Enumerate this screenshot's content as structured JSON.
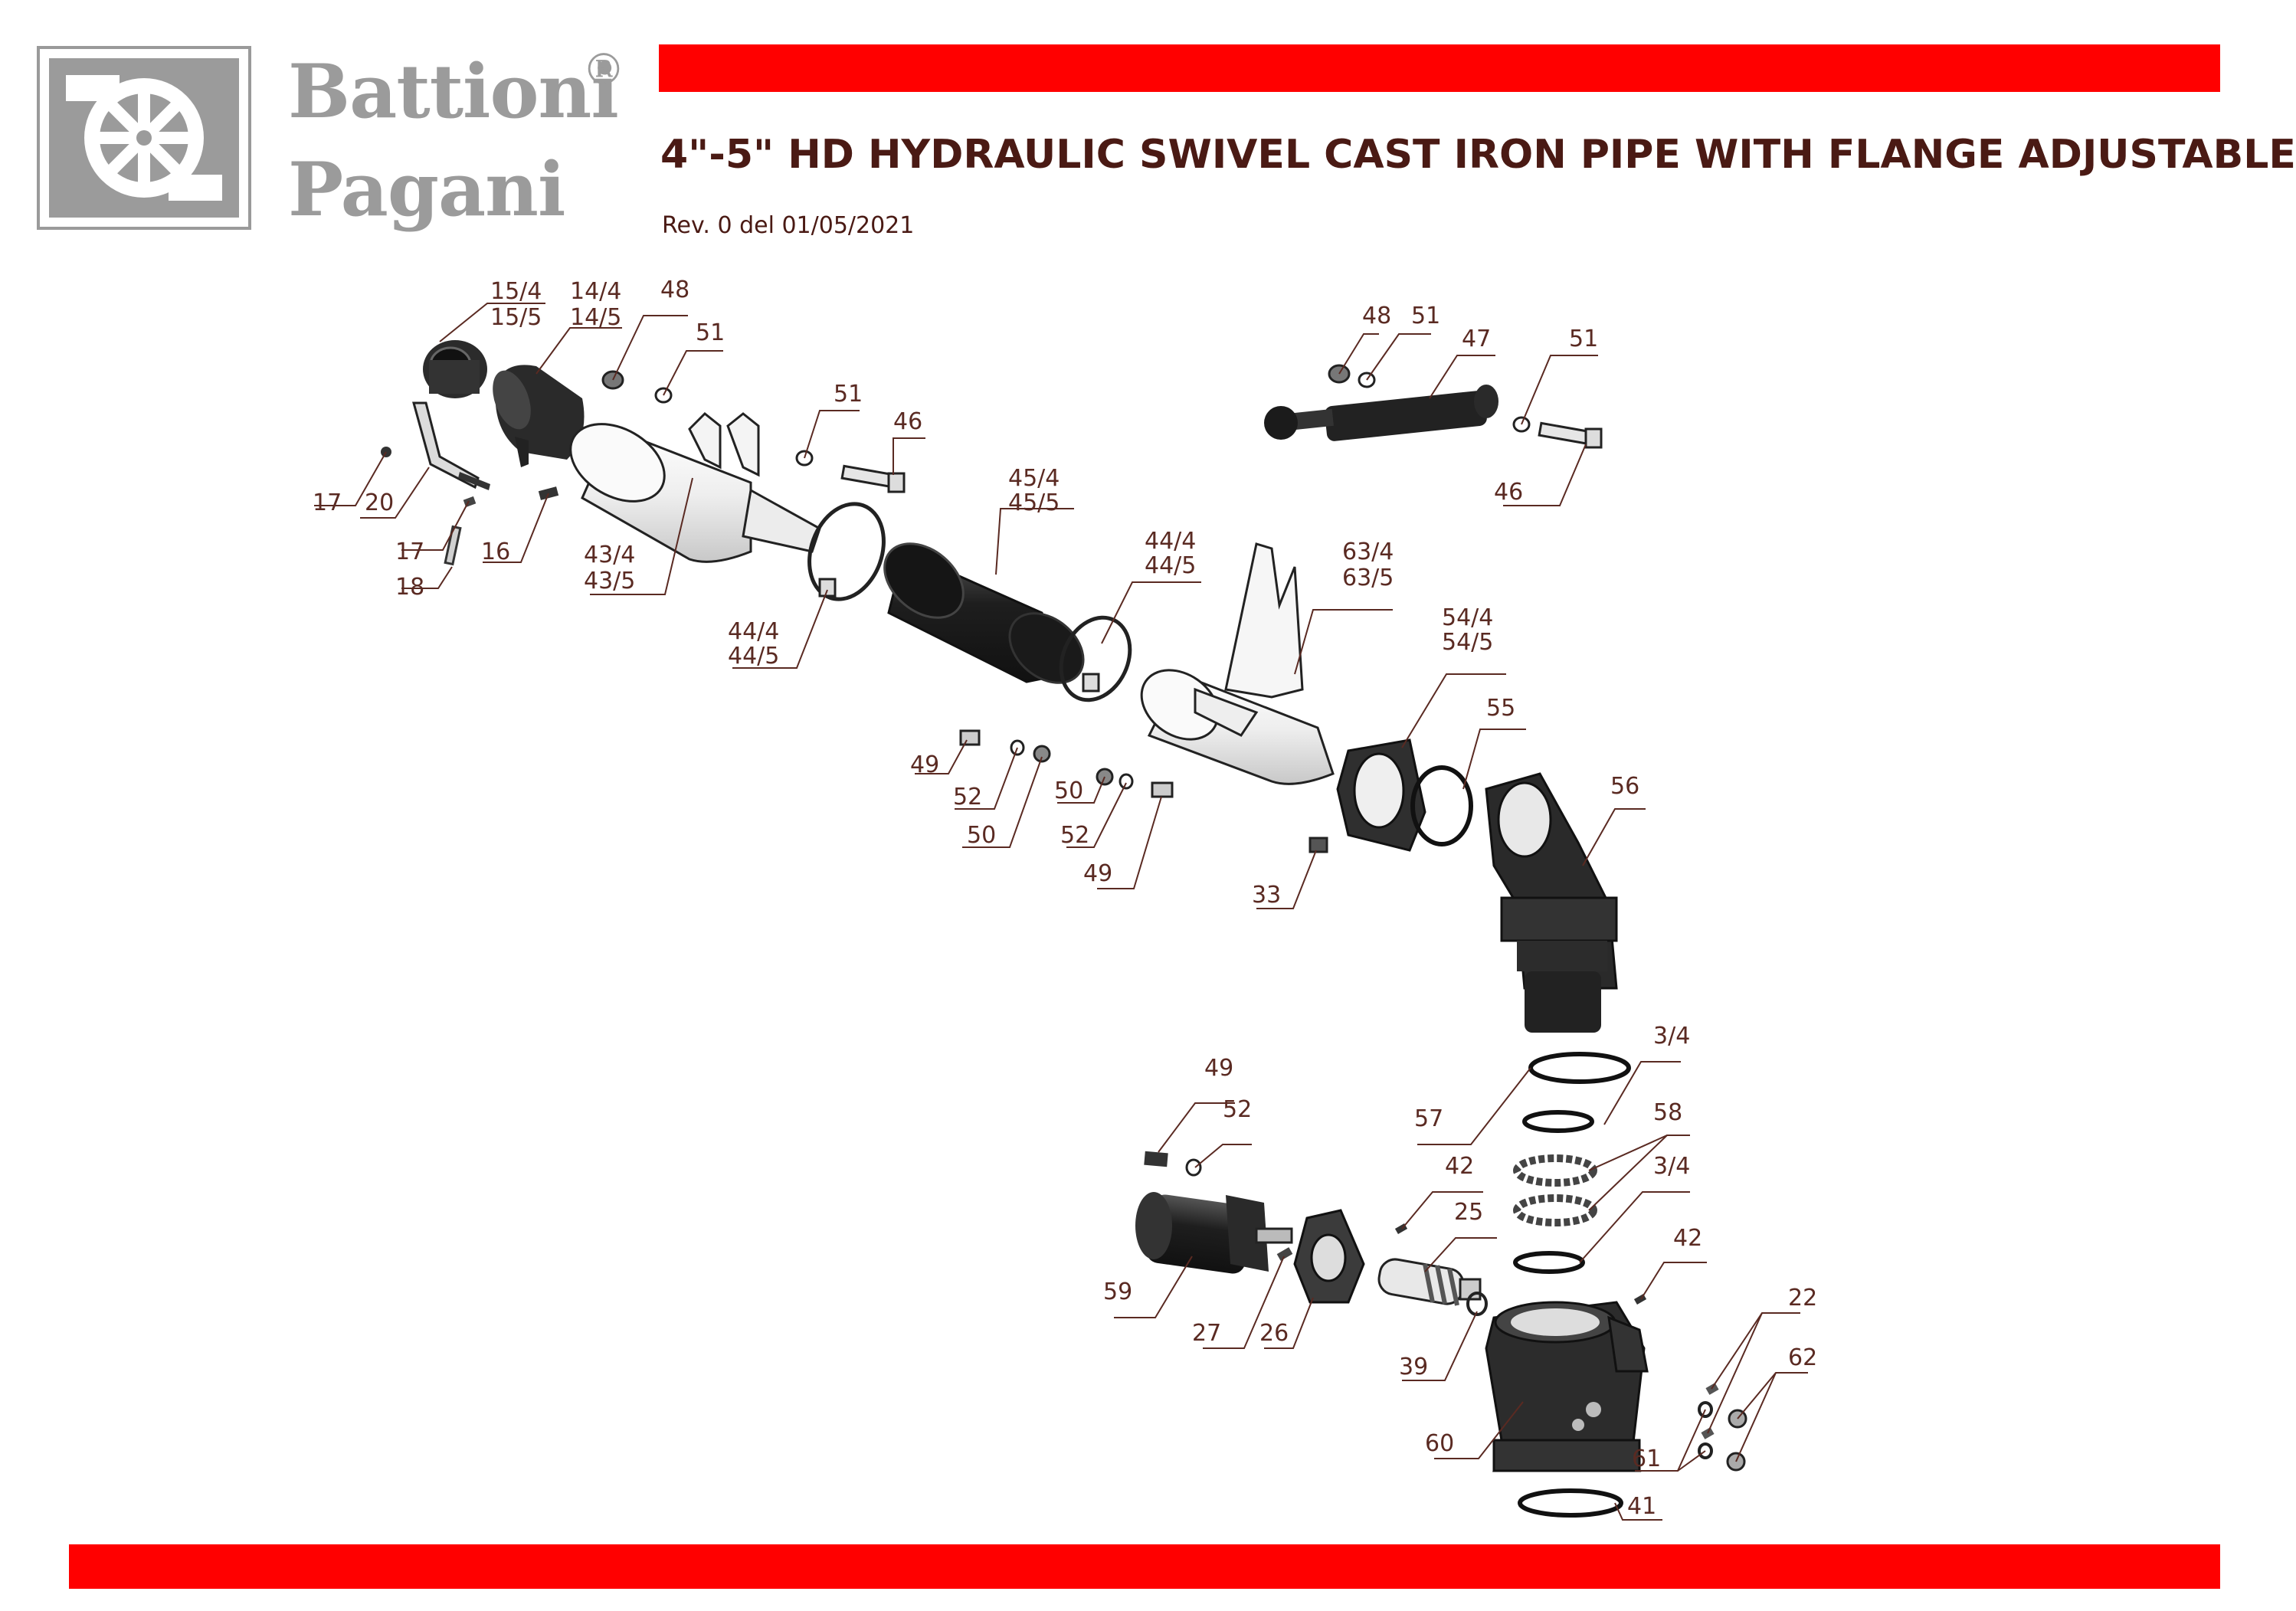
{
  "brand": {
    "line1": "Battioni",
    "line2": "Pagani",
    "registered": "®"
  },
  "title": "4\"-5\" HD HYDRAULIC SWIVEL CAST IRON PIPE WITH FLANGE ADJUSTABLE",
  "revision": "Rev. 0 del 01/05/2021",
  "colors": {
    "accent_bar": "#ff0000",
    "logo_gray": "#9b9b9b",
    "title_text": "#4a1a14",
    "part_dark": "#2a2a2a",
    "part_light": "#f2f2f2"
  },
  "part_labels": [
    {
      "id": "l-15",
      "text": "15/4",
      "text2": "15/5"
    },
    {
      "id": "l-14",
      "text": "14/4",
      "text2": "14/5"
    },
    {
      "id": "l-48a",
      "text": "48"
    },
    {
      "id": "l-51a",
      "text": "51"
    },
    {
      "id": "l-51b",
      "text": "51"
    },
    {
      "id": "l-46a",
      "text": "46"
    },
    {
      "id": "l-17a",
      "text": "17"
    },
    {
      "id": "l-20",
      "text": "20"
    },
    {
      "id": "l-17b",
      "text": "17"
    },
    {
      "id": "l-18",
      "text": "18"
    },
    {
      "id": "l-16",
      "text": "16"
    },
    {
      "id": "l-43",
      "text": "43/4",
      "text2": "43/5"
    },
    {
      "id": "l-44a",
      "text": "44/4",
      "text2": "44/5"
    },
    {
      "id": "l-45",
      "text": "45/4",
      "text2": "45/5"
    },
    {
      "id": "l-44b",
      "text": "44/4",
      "text2": "44/5"
    },
    {
      "id": "l-63",
      "text": "63/4",
      "text2": "63/5"
    },
    {
      "id": "l-48b",
      "text": "48"
    },
    {
      "id": "l-51c",
      "text": "51"
    },
    {
      "id": "l-47",
      "text": "47"
    },
    {
      "id": "l-51d",
      "text": "51"
    },
    {
      "id": "l-46b",
      "text": "46"
    },
    {
      "id": "l-54",
      "text": "54/4",
      "text2": "54/5"
    },
    {
      "id": "l-55",
      "text": "55"
    },
    {
      "id": "l-56",
      "text": "56"
    },
    {
      "id": "l-49a",
      "text": "49"
    },
    {
      "id": "l-52a",
      "text": "52"
    },
    {
      "id": "l-50a",
      "text": "50"
    },
    {
      "id": "l-50b",
      "text": "50"
    },
    {
      "id": "l-52b",
      "text": "52"
    },
    {
      "id": "l-49b",
      "text": "49"
    },
    {
      "id": "l-33",
      "text": "33"
    },
    {
      "id": "l-3-4a",
      "text": "3/4"
    },
    {
      "id": "l-57",
      "text": "57"
    },
    {
      "id": "l-58",
      "text": "58"
    },
    {
      "id": "l-3-4b",
      "text": "3/4"
    },
    {
      "id": "l-49c",
      "text": "49"
    },
    {
      "id": "l-52c",
      "text": "52"
    },
    {
      "id": "l-42a",
      "text": "42"
    },
    {
      "id": "l-25",
      "text": "25"
    },
    {
      "id": "l-42b",
      "text": "42"
    },
    {
      "id": "l-59",
      "text": "59"
    },
    {
      "id": "l-27",
      "text": "27"
    },
    {
      "id": "l-26",
      "text": "26"
    },
    {
      "id": "l-39",
      "text": "39"
    },
    {
      "id": "l-22",
      "text": "22"
    },
    {
      "id": "l-62",
      "text": "62"
    },
    {
      "id": "l-60",
      "text": "60"
    },
    {
      "id": "l-61",
      "text": "61"
    },
    {
      "id": "l-41",
      "text": "41"
    }
  ]
}
